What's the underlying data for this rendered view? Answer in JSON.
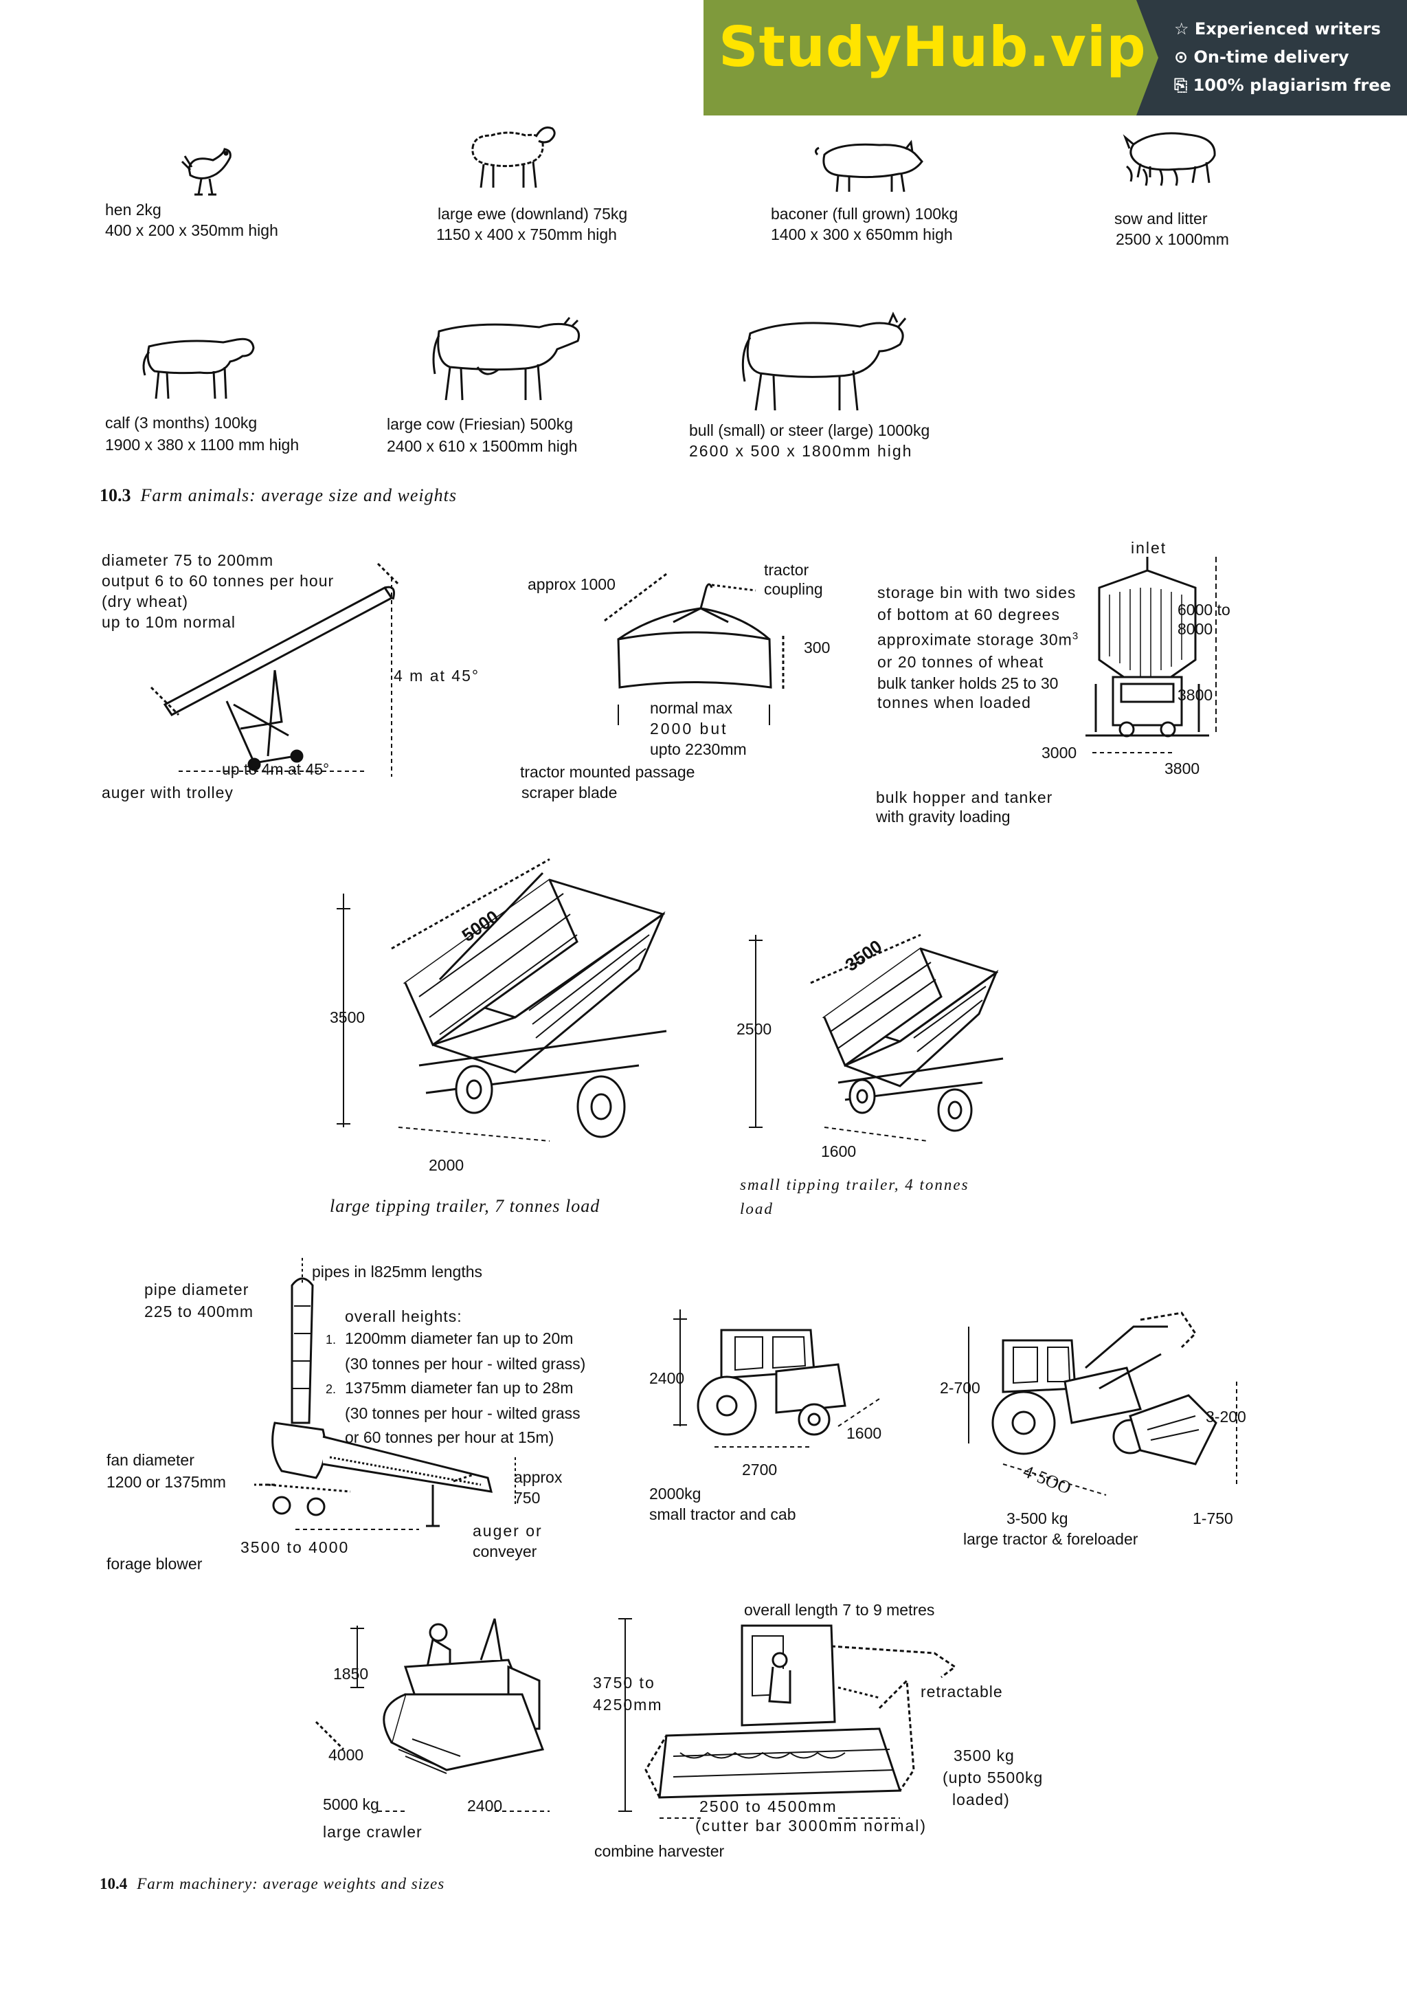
{
  "banner": {
    "brand": "StudyHub.vip",
    "features": [
      {
        "icon": "star-icon",
        "glyph": "☆",
        "label": "Experienced writers"
      },
      {
        "icon": "clock-icon",
        "glyph": "⊙",
        "label": "On-time delivery"
      },
      {
        "icon": "document-check-icon",
        "glyph": "⎘",
        "label": "100% plagiarism free"
      }
    ],
    "colors": {
      "green": "#7f9a3c",
      "dark": "#2e3a42",
      "brand_text": "#ffe400"
    }
  },
  "figure_10_3": {
    "number": "10.3",
    "title": "Farm animals: average size and weights",
    "animals": [
      {
        "icon": "hen-icon",
        "name": "hen 2kg",
        "dims": "400 x 200 x 350mm high"
      },
      {
        "icon": "ewe-icon",
        "name": "large ewe (downland) 75kg",
        "dims": "1150 x 400 x 750mm high"
      },
      {
        "icon": "baconer-pig-icon",
        "name": "baconer (full grown) 100kg",
        "dims": "1400 x 300 x 650mm high"
      },
      {
        "icon": "sow-litter-icon",
        "name": "sow and litter",
        "dims": "2500 x 1000mm"
      },
      {
        "icon": "calf-icon",
        "name": "calf (3 months) 100kg",
        "dims": "1900 x 380 x 1100 mm high"
      },
      {
        "icon": "cow-icon",
        "name": "large cow (Friesian) 500kg",
        "dims": "2400 x 610 x 1500mm high"
      },
      {
        "icon": "bull-icon",
        "name": "bull (small) or steer (large) 1000kg",
        "dims": "2600 x 500 x 1800mm high"
      }
    ]
  },
  "figure_10_4": {
    "number": "10.4",
    "title": "Farm machinery: average weights and sizes",
    "auger": {
      "lines": [
        "diameter 75 to 200mm",
        "output 6 to 60 tonnes per hour",
        "(dry wheat)",
        "up to 10m normal"
      ],
      "height": "4 m at 45°",
      "reach": "up to 4m at 45°",
      "caption": "auger with trolley"
    },
    "scraper": {
      "approx": "approx 1000",
      "coupling": [
        "tractor",
        "coupling"
      ],
      "depth": "300",
      "width": [
        "normal max",
        "2000 but",
        "upto 2230mm"
      ],
      "caption": [
        "tractor mounted passage",
        "scraper blade"
      ]
    },
    "hopper": {
      "inlet": "inlet",
      "lines": [
        "storage bin with two sides",
        "of bottom at 60 degrees",
        "approximate storage 30m",
        "or 20 tonnes of wheat"
      ],
      "storage_sup": "3",
      "tanker": [
        "bulk tanker holds 25 to 30",
        "tonnes when loaded"
      ],
      "height_top": [
        "6000 to",
        "8000"
      ],
      "height_bottom": "3800",
      "width_left": "3000",
      "width_right": "3800",
      "caption": [
        "bulk hopper and tanker",
        "with gravity loading"
      ]
    },
    "large_trailer": {
      "length": "5000",
      "height": "3500",
      "width": "2000",
      "caption": "large tipping trailer, 7 tonnes load"
    },
    "small_trailer": {
      "length": "3500",
      "height": "2500",
      "width": "1600",
      "caption": [
        "small tipping trailer, 4 tonnes",
        "load"
      ]
    },
    "forage_blower": {
      "pipe": [
        "pipe diameter",
        "225 to 400mm"
      ],
      "pipes_lengths": "pipes in l825mm lengths",
      "heights_title": "overall heights:",
      "heights": [
        {
          "num": "1.",
          "lines": [
            "1200mm diameter fan up to 20m",
            "(30 tonnes per hour - wilted grass)"
          ]
        },
        {
          "num": "2.",
          "lines": [
            "1375mm diameter fan up to 28m",
            "(30 tonnes per hour - wilted grass",
            "or 60 tonnes per hour at 15m)"
          ]
        }
      ],
      "fan": [
        "fan diameter",
        "1200 or 1375mm"
      ],
      "approx": [
        "approx",
        "750"
      ],
      "length": "3500 to 4000",
      "auger": [
        "auger or",
        "conveyer"
      ],
      "caption": "forage blower"
    },
    "small_tractor": {
      "height": "2400",
      "length": "2700",
      "width": "1600",
      "caption": [
        "2000kg",
        "small tractor and cab"
      ]
    },
    "large_tractor": {
      "left": "2-700",
      "right": "3-200",
      "length": "4·5OO",
      "weight": "3-500 kg",
      "bucket": "1-750",
      "caption": "large tractor & foreloader"
    },
    "crawler": {
      "height": "1850",
      "length": "4000",
      "weight": "5000 kg",
      "width": "2400",
      "caption": "large crawler"
    },
    "combine": {
      "overall": "overall length 7 to 9 metres",
      "height": [
        "3750 to",
        "4250mm"
      ],
      "retractable": "retractable",
      "weight": [
        "3500 kg",
        "(upto 5500kg",
        "loaded)"
      ],
      "width": [
        "2500 to 4500mm",
        "(cutter bar 3000mm normal)"
      ],
      "caption": "combine harvester"
    }
  }
}
